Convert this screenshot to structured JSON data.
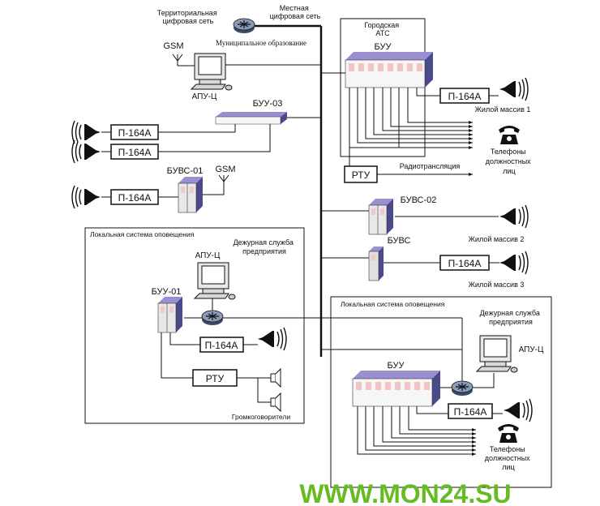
{
  "colors": {
    "line": "#111111",
    "device_top": "#9a8fd0",
    "device_side": "#4a4a8a",
    "device_front": "#f4f4f4",
    "led": "#d07070",
    "watermark": "#66bb22",
    "router": "#5a6a8a"
  },
  "network": {
    "territorial_net": [
      "Территориальная",
      "цифровая сеть"
    ],
    "local_net": [
      "Местная",
      "цифровая сеть"
    ]
  },
  "municipal": {
    "title": "Муниципальное образование",
    "gsm": "GSM",
    "apu": "АПУ-Ц",
    "buu03": "БУУ-03",
    "amp1": "П-164А",
    "amp2": "П-164А",
    "buvs01": "БУВС-01",
    "gsm2": "GSM",
    "amp3": "П-164А"
  },
  "city_ats": {
    "title": [
      "Городская",
      "АТС"
    ],
    "buu": "БУУ",
    "amp": "П-164А",
    "zone1": "Жилой массив 1",
    "phones": [
      "Телефоны",
      "должностных",
      "лиц"
    ],
    "rtu": "РТУ",
    "broadcast": "Радиотрансляция"
  },
  "buvs02": {
    "label": "БУВС-02",
    "sub": "БУВС",
    "zone2": "Жилой массив 2"
  },
  "zone3": {
    "amp": "П-164А",
    "label": "Жилой массив 3"
  },
  "local_left": {
    "title": "Локальная система оповещения",
    "duty": [
      "Дежурная служба",
      "предприятия"
    ],
    "apu": "АПУ-Ц",
    "buu01": "БУУ-01",
    "amp": "П-164А",
    "rtu": "РТУ",
    "speakers": "Громкоговорители"
  },
  "local_right": {
    "title": "Локальная система оповещения",
    "duty": [
      "Дежурная служба",
      "предприятия"
    ],
    "apu": "АПУ-Ц",
    "buu": "БУУ",
    "amp": "П-164А",
    "phones": [
      "Телефоны",
      "должностных",
      "лиц"
    ]
  },
  "watermark": "WWW.MON24.SU"
}
